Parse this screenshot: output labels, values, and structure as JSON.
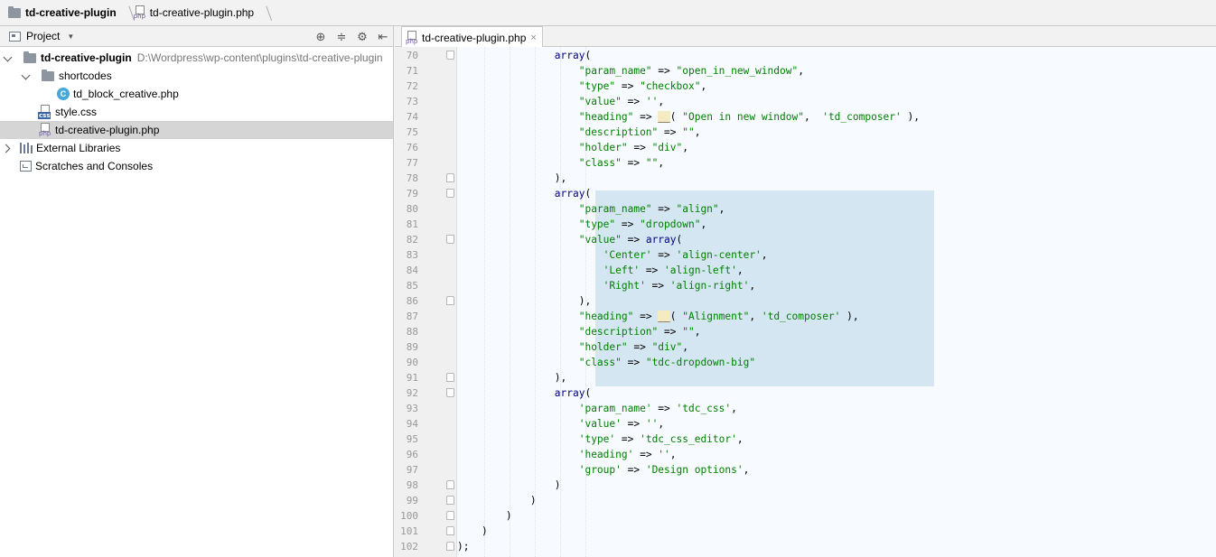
{
  "breadcrumb": {
    "project": "td-creative-plugin",
    "file": "td-creative-plugin.php"
  },
  "project_panel": {
    "title": "Project",
    "tools": [
      "crosshair-icon",
      "collapse-icon",
      "gear-icon",
      "hide-icon"
    ],
    "tree": [
      {
        "label": "td-creative-plugin",
        "path": "D:\\Wordpress\\wp-content\\plugins\\td-creative-plugin",
        "icon": "folder-icon",
        "expanded": true
      },
      {
        "label": "shortcodes",
        "icon": "folder-icon",
        "expanded": true
      },
      {
        "label": "td_block_creative.php",
        "icon": "class-icon",
        "badge": "C"
      },
      {
        "label": "style.css",
        "icon": "css-file-icon",
        "badge": "css"
      },
      {
        "label": "td-creative-plugin.php",
        "icon": "php-file-icon",
        "badge": "php",
        "selected": true
      },
      {
        "label": "External Libraries",
        "icon": "library-icon",
        "expanded": false
      },
      {
        "label": "Scratches and Consoles",
        "icon": "scratch-icon"
      }
    ]
  },
  "editor": {
    "tab": {
      "label": "td-creative-plugin.php",
      "badge": "php",
      "close": "×"
    },
    "lines": [
      {
        "n": "70",
        "indent": "                ",
        "parts": [
          [
            "kw",
            "array"
          ],
          [
            "p",
            "("
          ]
        ],
        "fold": "start"
      },
      {
        "n": "71",
        "indent": "                    ",
        "parts": [
          [
            "st",
            "\"param_name\""
          ],
          [
            "p",
            " => "
          ],
          [
            "st",
            "\"open_in_new_window\""
          ],
          [
            "p",
            ","
          ]
        ]
      },
      {
        "n": "72",
        "indent": "                    ",
        "parts": [
          [
            "st",
            "\"type\""
          ],
          [
            "p",
            " => "
          ],
          [
            "st",
            "\"checkbox\""
          ],
          [
            "p",
            ","
          ]
        ]
      },
      {
        "n": "73",
        "indent": "                    ",
        "parts": [
          [
            "st",
            "\"value\""
          ],
          [
            "p",
            " => "
          ],
          [
            "st",
            "''"
          ],
          [
            "p",
            ","
          ]
        ]
      },
      {
        "n": "74",
        "indent": "                    ",
        "parts": [
          [
            "st",
            "\"heading\""
          ],
          [
            "p",
            " => "
          ],
          [
            "fn",
            "__"
          ],
          [
            "p",
            "( "
          ],
          [
            "st",
            "\"Open in new window\""
          ],
          [
            "p",
            ",  "
          ],
          [
            "st",
            "'td_composer'"
          ],
          [
            "p",
            " ),"
          ]
        ]
      },
      {
        "n": "75",
        "indent": "                    ",
        "parts": [
          [
            "st",
            "\"description\""
          ],
          [
            "p",
            " => "
          ],
          [
            "st",
            "\"\""
          ],
          [
            "p",
            ","
          ]
        ]
      },
      {
        "n": "76",
        "indent": "                    ",
        "parts": [
          [
            "st",
            "\"holder\""
          ],
          [
            "p",
            " => "
          ],
          [
            "st",
            "\"div\""
          ],
          [
            "p",
            ","
          ]
        ]
      },
      {
        "n": "77",
        "indent": "                    ",
        "parts": [
          [
            "st",
            "\"class\""
          ],
          [
            "p",
            " => "
          ],
          [
            "st",
            "\"\""
          ],
          [
            "p",
            ","
          ]
        ]
      },
      {
        "n": "78",
        "indent": "                ",
        "parts": [
          [
            "p",
            "),"
          ]
        ],
        "fold": "end"
      },
      {
        "n": "79",
        "indent": "                ",
        "parts": [
          [
            "kw",
            "array"
          ],
          [
            "p",
            "("
          ]
        ],
        "fold": "start"
      },
      {
        "n": "80",
        "indent": "                    ",
        "parts": [
          [
            "st",
            "\"param_name\""
          ],
          [
            "p",
            " => "
          ],
          [
            "st",
            "\"align\""
          ],
          [
            "p",
            ","
          ]
        ]
      },
      {
        "n": "81",
        "indent": "                    ",
        "parts": [
          [
            "st",
            "\"type\""
          ],
          [
            "p",
            " => "
          ],
          [
            "st",
            "\"dropdown\""
          ],
          [
            "p",
            ","
          ]
        ]
      },
      {
        "n": "82",
        "indent": "                    ",
        "parts": [
          [
            "st",
            "\"value\""
          ],
          [
            "p",
            " => "
          ],
          [
            "kw",
            "array"
          ],
          [
            "p",
            "("
          ]
        ],
        "fold": "start"
      },
      {
        "n": "83",
        "indent": "                        ",
        "parts": [
          [
            "st",
            "'Center'"
          ],
          [
            "p",
            " => "
          ],
          [
            "st",
            "'align-center'"
          ],
          [
            "p",
            ","
          ]
        ]
      },
      {
        "n": "84",
        "indent": "                        ",
        "parts": [
          [
            "st",
            "'Left'"
          ],
          [
            "p",
            " => "
          ],
          [
            "st",
            "'align-left'"
          ],
          [
            "p",
            ","
          ]
        ]
      },
      {
        "n": "85",
        "indent": "                        ",
        "parts": [
          [
            "st",
            "'Right'"
          ],
          [
            "p",
            " => "
          ],
          [
            "st",
            "'align-right'"
          ],
          [
            "p",
            ","
          ]
        ]
      },
      {
        "n": "86",
        "indent": "                    ",
        "parts": [
          [
            "p",
            "),"
          ]
        ],
        "fold": "end"
      },
      {
        "n": "87",
        "indent": "                    ",
        "parts": [
          [
            "st",
            "\"heading\""
          ],
          [
            "p",
            " => "
          ],
          [
            "fn",
            "__"
          ],
          [
            "p",
            "( "
          ],
          [
            "st",
            "\"Alignment\""
          ],
          [
            "p",
            ", "
          ],
          [
            "st",
            "'td_composer'"
          ],
          [
            "p",
            " ),"
          ]
        ]
      },
      {
        "n": "88",
        "indent": "                    ",
        "parts": [
          [
            "st",
            "\"description\""
          ],
          [
            "p",
            " => "
          ],
          [
            "st",
            "\"\""
          ],
          [
            "p",
            ","
          ]
        ]
      },
      {
        "n": "89",
        "indent": "                    ",
        "parts": [
          [
            "st",
            "\"holder\""
          ],
          [
            "p",
            " => "
          ],
          [
            "st",
            "\"div\""
          ],
          [
            "p",
            ","
          ]
        ]
      },
      {
        "n": "90",
        "indent": "                    ",
        "parts": [
          [
            "st",
            "\"class\""
          ],
          [
            "p",
            " => "
          ],
          [
            "st",
            "\"tdc-dropdown-big\""
          ]
        ]
      },
      {
        "n": "91",
        "indent": "                ",
        "parts": [
          [
            "p",
            "),"
          ]
        ],
        "fold": "end"
      },
      {
        "n": "92",
        "indent": "                ",
        "parts": [
          [
            "kw",
            "array"
          ],
          [
            "p",
            "("
          ]
        ],
        "fold": "start"
      },
      {
        "n": "93",
        "indent": "                    ",
        "parts": [
          [
            "st",
            "'param_name'"
          ],
          [
            "p",
            " => "
          ],
          [
            "st",
            "'tdc_css'"
          ],
          [
            "p",
            ","
          ]
        ]
      },
      {
        "n": "94",
        "indent": "                    ",
        "parts": [
          [
            "st",
            "'value'"
          ],
          [
            "p",
            " => "
          ],
          [
            "st",
            "''"
          ],
          [
            "p",
            ","
          ]
        ]
      },
      {
        "n": "95",
        "indent": "                    ",
        "parts": [
          [
            "st",
            "'type'"
          ],
          [
            "p",
            " => "
          ],
          [
            "st",
            "'tdc_css_editor'"
          ],
          [
            "p",
            ","
          ]
        ]
      },
      {
        "n": "96",
        "indent": "                    ",
        "parts": [
          [
            "st",
            "'heading'"
          ],
          [
            "p",
            " => "
          ],
          [
            "st",
            "''"
          ],
          [
            "p",
            ","
          ]
        ]
      },
      {
        "n": "97",
        "indent": "                    ",
        "parts": [
          [
            "st",
            "'group'"
          ],
          [
            "p",
            " => "
          ],
          [
            "st",
            "'Design options'"
          ],
          [
            "p",
            ","
          ]
        ]
      },
      {
        "n": "98",
        "indent": "                ",
        "parts": [
          [
            "p",
            ")"
          ]
        ],
        "fold": "end"
      },
      {
        "n": "99",
        "indent": "            ",
        "parts": [
          [
            "p",
            ")"
          ]
        ],
        "fold": "end"
      },
      {
        "n": "100",
        "indent": "        ",
        "parts": [
          [
            "p",
            ")"
          ]
        ],
        "fold": "end"
      },
      {
        "n": "101",
        "indent": "    ",
        "parts": [
          [
            "p",
            ")"
          ]
        ],
        "fold": "end"
      },
      {
        "n": "102",
        "indent": "",
        "parts": [
          [
            "p",
            ");"
          ]
        ],
        "fold": "end"
      }
    ]
  },
  "colors": {
    "keyword": "#000080",
    "string": "#008000",
    "selection": "#d4e6f1",
    "function_highlight": "#f5ebc2"
  }
}
